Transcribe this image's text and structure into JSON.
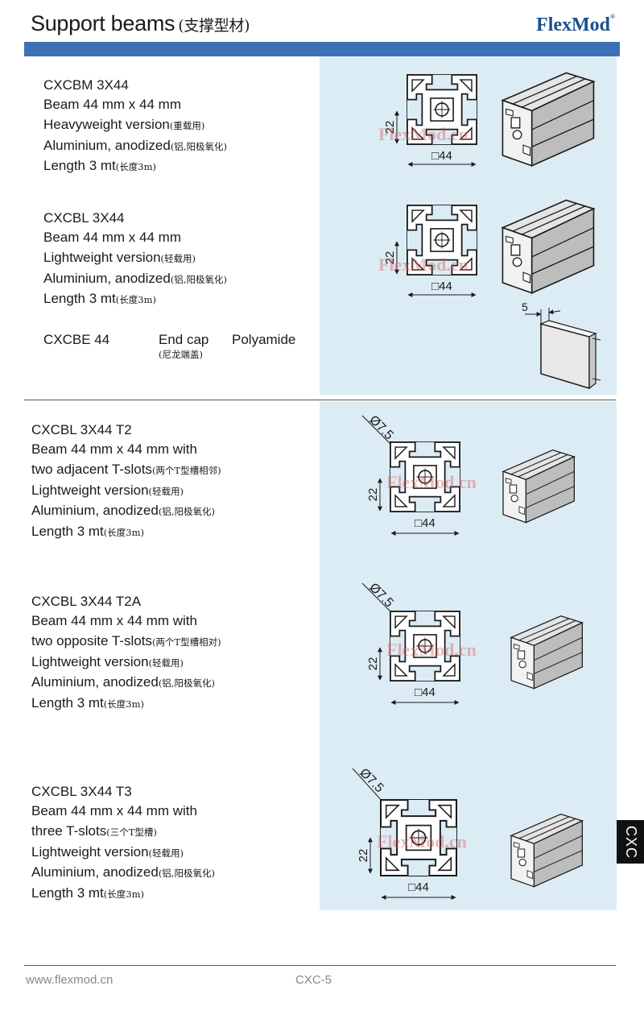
{
  "header": {
    "title": "Support beams",
    "title_cn": "(支撑型材)",
    "brand": "FlexMod",
    "brand_mark": "®"
  },
  "watermark": "FlexMod.cn",
  "products": [
    {
      "code": "CXCBM 3X44",
      "lines": [
        {
          "text": "Beam 44 mm x 44 mm",
          "cn": ""
        },
        {
          "text": "Heavyweight version",
          "cn": "(重载用)"
        },
        {
          "text": "Aluminium, anodized",
          "cn": "(铝,阳极氧化)"
        },
        {
          "text": "Length 3 mt",
          "cn": "(长度3m)"
        }
      ],
      "dims": {
        "side": "□44",
        "half": "22"
      }
    },
    {
      "code": "CXCBL 3X44",
      "lines": [
        {
          "text": "Beam 44 mm x 44 mm",
          "cn": ""
        },
        {
          "text": "Lightweight version",
          "cn": "(轻载用)"
        },
        {
          "text": "Aluminium, anodized",
          "cn": "(铝,阳极氧化)"
        },
        {
          "text": "Length 3 mt",
          "cn": "(长度3m)"
        }
      ],
      "dims": {
        "side": "□44",
        "half": "22"
      }
    },
    {
      "code": "CXCBL 3X44 T2",
      "lines": [
        {
          "text": "Beam 44 mm x 44 mm with",
          "cn": ""
        },
        {
          "text": "two adjacent T-slots",
          "cn": "(两个T型槽相邻)"
        },
        {
          "text": "Lightweight version",
          "cn": "(轻载用)"
        },
        {
          "text": "Aluminium, anodized",
          "cn": "(铝,阳极氧化)"
        },
        {
          "text": "Length 3 mt",
          "cn": "(长度3m)"
        }
      ],
      "dims": {
        "side": "□44",
        "half": "22",
        "hole": "Ø7.5"
      }
    },
    {
      "code": "CXCBL 3X44 T2A",
      "lines": [
        {
          "text": "Beam 44 mm x 44 mm with",
          "cn": ""
        },
        {
          "text": "two opposite T-slots",
          "cn": "(两个T型槽相对)"
        },
        {
          "text": "Lightweight version",
          "cn": "(轻载用)"
        },
        {
          "text": "Aluminium, anodized",
          "cn": "(铝,阳极氧化)"
        },
        {
          "text": "Length 3 mt",
          "cn": "(长度3m)"
        }
      ],
      "dims": {
        "side": "□44",
        "half": "22",
        "hole": "Ø7.5"
      }
    },
    {
      "code": "CXCBL 3X44 T3",
      "lines": [
        {
          "text": "Beam 44 mm x 44 mm with",
          "cn": ""
        },
        {
          "text": "three T-slots",
          "cn": "(三个T型槽)"
        },
        {
          "text": "Lightweight version",
          "cn": "(轻载用)"
        },
        {
          "text": "Aluminium, anodized",
          "cn": "(铝,阳极氧化)"
        },
        {
          "text": "Length 3 mt",
          "cn": "(长度3m)"
        }
      ],
      "dims": {
        "side": "□44",
        "half": "22",
        "hole": "Ø7.5"
      }
    }
  ],
  "endcap": {
    "code": "CXCBE 44",
    "name": "End cap",
    "name_cn": "(尼龙端盖)",
    "material": "Polyamide",
    "dim": "5"
  },
  "side_tab": "CXC",
  "footer": {
    "url": "www.flexmod.cn",
    "page": "CXC-5"
  },
  "colors": {
    "header_bar": "#3d73b6",
    "panel": "#dcecf5",
    "brand": "#1c4f8f",
    "watermark": "#d9534f"
  }
}
